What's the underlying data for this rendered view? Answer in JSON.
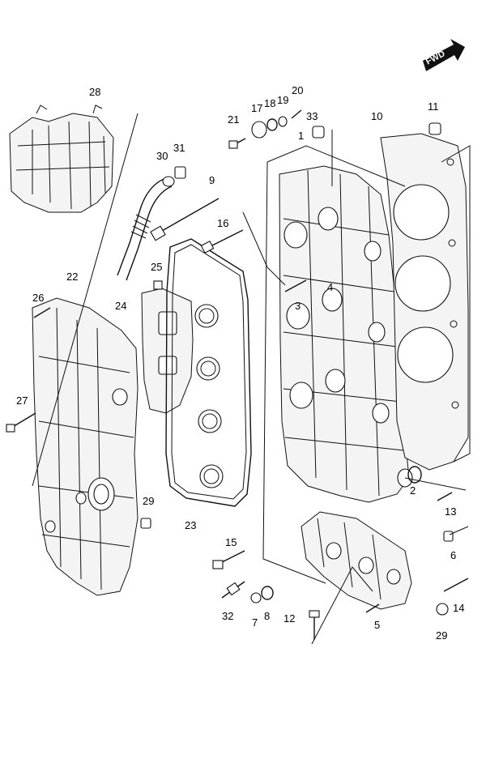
{
  "fwd_badge": "FWD",
  "callouts": [
    {
      "id": "c1",
      "text": "1"
    },
    {
      "id": "c2",
      "text": "2"
    },
    {
      "id": "c3",
      "text": "3"
    },
    {
      "id": "c4",
      "text": "4"
    },
    {
      "id": "c5",
      "text": "5"
    },
    {
      "id": "c6",
      "text": "6"
    },
    {
      "id": "c7",
      "text": "7"
    },
    {
      "id": "c8",
      "text": "8"
    },
    {
      "id": "c9",
      "text": "9"
    },
    {
      "id": "c10",
      "text": "10"
    },
    {
      "id": "c11",
      "text": "11"
    },
    {
      "id": "c12",
      "text": "12"
    },
    {
      "id": "c13",
      "text": "13"
    },
    {
      "id": "c14",
      "text": "14"
    },
    {
      "id": "c15",
      "text": "15"
    },
    {
      "id": "c16",
      "text": "16"
    },
    {
      "id": "c17",
      "text": "17"
    },
    {
      "id": "c18",
      "text": "18"
    },
    {
      "id": "c19",
      "text": "19"
    },
    {
      "id": "c20",
      "text": "20"
    },
    {
      "id": "c21",
      "text": "21"
    },
    {
      "id": "c22",
      "text": "22"
    },
    {
      "id": "c23",
      "text": "23"
    },
    {
      "id": "c24",
      "text": "24"
    },
    {
      "id": "c25",
      "text": "25"
    },
    {
      "id": "c26",
      "text": "26"
    },
    {
      "id": "c27",
      "text": "27"
    },
    {
      "id": "c28",
      "text": "28"
    },
    {
      "id": "c29a",
      "text": "29"
    },
    {
      "id": "c29b",
      "text": "29"
    },
    {
      "id": "c30",
      "text": "30"
    },
    {
      "id": "c31",
      "text": "31"
    },
    {
      "id": "c32",
      "text": "32"
    },
    {
      "id": "c33",
      "text": "33"
    }
  ]
}
